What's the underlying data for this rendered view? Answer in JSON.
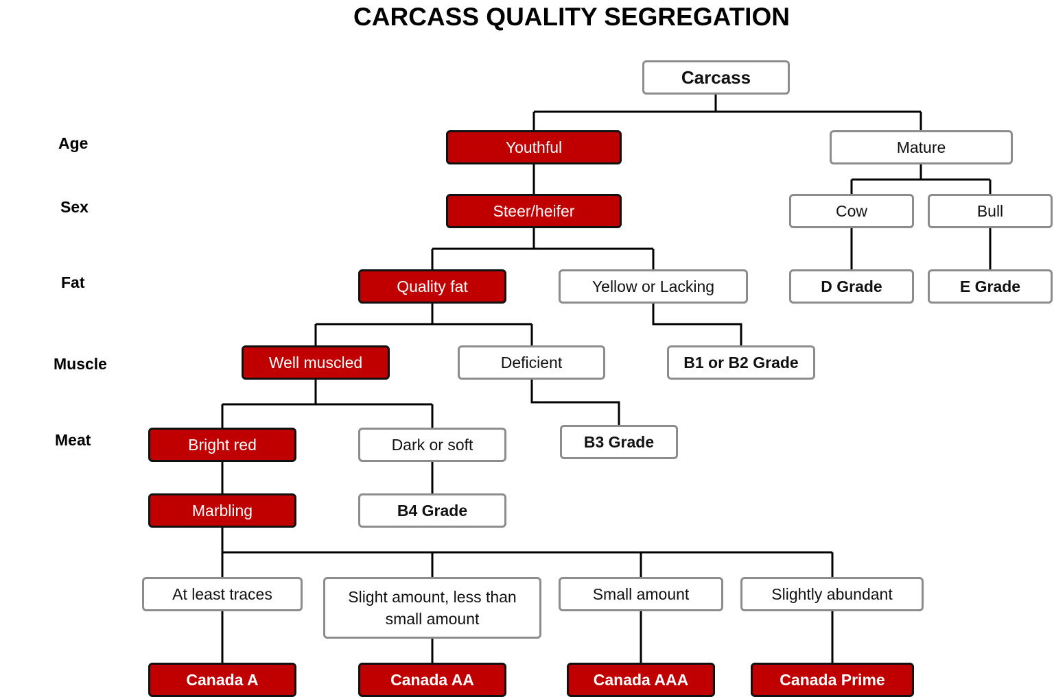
{
  "title": "CARCASS QUALITY SEGREGATION",
  "colors": {
    "highlight": "#c00000",
    "box_border": "#8c8c8c",
    "line": "#000000"
  },
  "levels": {
    "age": "Age",
    "sex": "Sex",
    "fat": "Fat",
    "muscle": "Muscle",
    "meat": "Meat"
  },
  "nodes": {
    "carcass": "Carcass",
    "youthful": "Youthful",
    "mature": "Mature",
    "steer_heifer": "Steer/heifer",
    "cow": "Cow",
    "bull": "Bull",
    "quality_fat": "Quality fat",
    "yellow_or_lacking": "Yellow or Lacking",
    "d_grade": "D Grade",
    "e_grade": "E Grade",
    "well_muscled": "Well muscled",
    "deficient": "Deficient",
    "b1_b2_grade": "B1 or B2 Grade",
    "bright_red": "Bright red",
    "dark_or_soft": "Dark or soft",
    "b3_grade": "B3 Grade",
    "marbling": "Marbling",
    "b4_grade": "B4 Grade",
    "at_least_traces": "At least traces",
    "slight_amount": "Slight amount, less than small amount",
    "small_amount": "Small amount",
    "slightly_abundant": "Slightly abundant",
    "canada_a": "Canada A",
    "canada_aa": "Canada AA",
    "canada_aaa": "Canada AAA",
    "canada_prime": "Canada Prime"
  }
}
